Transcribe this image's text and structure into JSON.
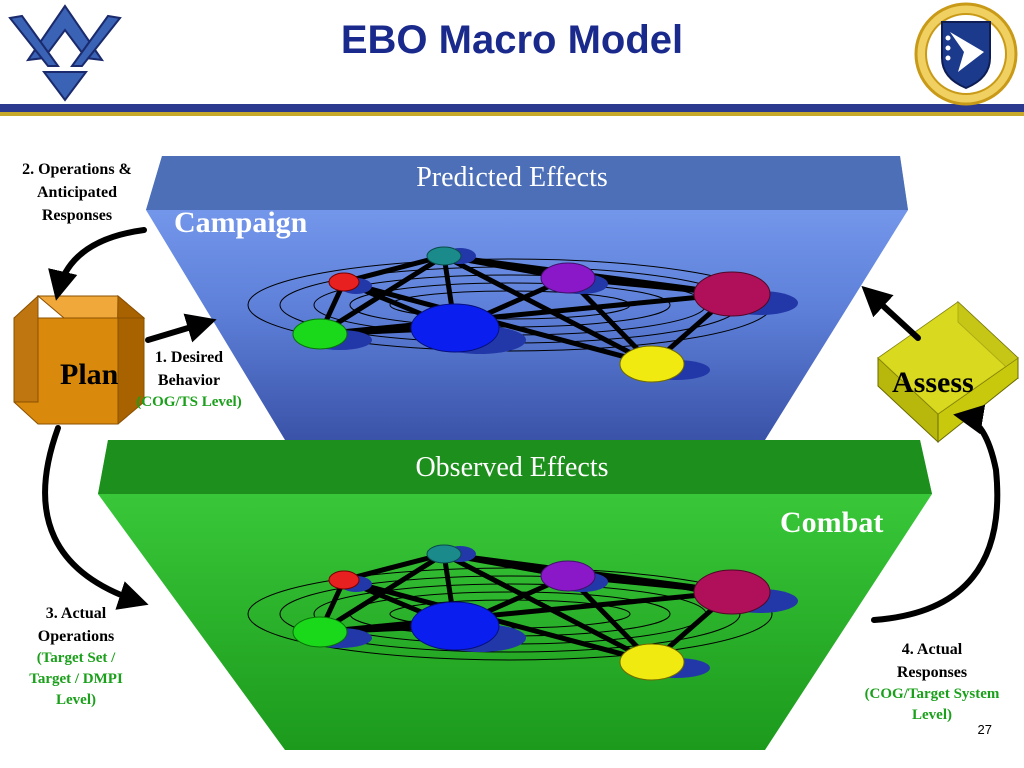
{
  "title": "EBO Macro Model",
  "page_number": "27",
  "top_panel": {
    "title": "Predicted Effects",
    "label": "Campaign"
  },
  "bottom_panel": {
    "title": "Observed Effects",
    "label": "Combat"
  },
  "plan": {
    "label": "Plan",
    "color": "#d98a0c"
  },
  "assess": {
    "label": "Assess",
    "color": "#c8c80c"
  },
  "steps": {
    "s1": {
      "line1": "1. Desired",
      "line2": "Behavior",
      "note": "(COG/TS Level)"
    },
    "s2": {
      "line1": "2. Operations &",
      "line2": "Anticipated",
      "line3": "Responses"
    },
    "s3": {
      "line1": "3. Actual",
      "line2": "Operations",
      "note1": "(Target Set /",
      "note2": "Target / DMPI",
      "note3": "Level)"
    },
    "s4": {
      "line1": "4. Actual",
      "line2": "Responses",
      "note1": "(COG/Target System",
      "note2": "Level)"
    }
  },
  "logos": {
    "left": "air-force-wings-logo",
    "right": "afrl-shield-logo"
  }
}
